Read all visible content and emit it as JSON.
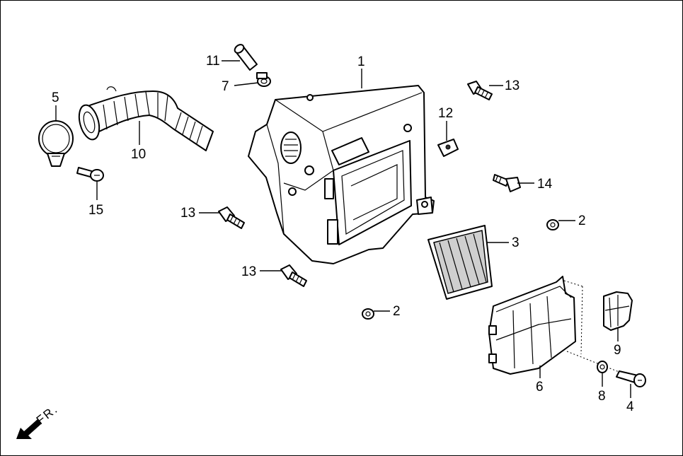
{
  "diagram": {
    "part_labels": [
      "1",
      "2",
      "2",
      "3",
      "4",
      "5",
      "6",
      "7",
      "8",
      "9",
      "10",
      "11",
      "12",
      "13",
      "13",
      "13",
      "14",
      "15"
    ],
    "direction_label": "FR."
  }
}
